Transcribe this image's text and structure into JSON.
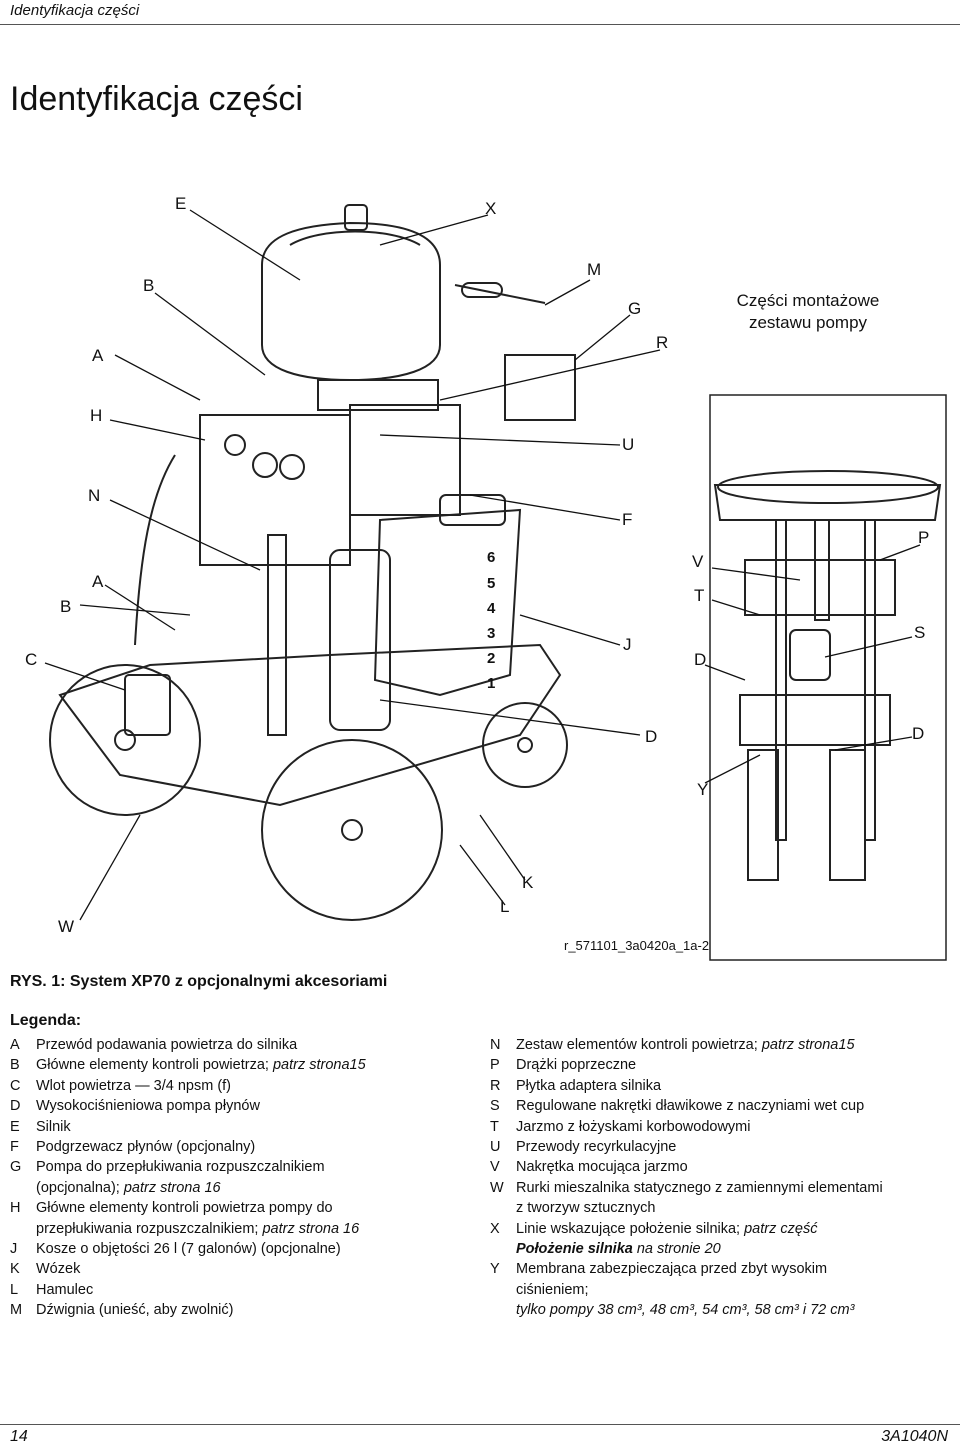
{
  "header_tag": "Identyfikacja części",
  "title": "Identyfikacja części",
  "figure": {
    "callouts": [
      "E",
      "X",
      "B",
      "M",
      "G",
      "A",
      "R",
      "H",
      "U",
      "N",
      "F",
      "V",
      "P",
      "A",
      "B",
      "T",
      "S",
      "C",
      "J",
      "D",
      "D",
      "D",
      "Y",
      "K",
      "W",
      "L"
    ],
    "inset_title_line1": "Części montażowe",
    "inset_title_line2": "zestawu pompy",
    "pump_labels": [
      "6",
      "5",
      "4",
      "3",
      "2",
      "1"
    ],
    "image_id": "r_571101_3a0420a_1a-2"
  },
  "caption": "RYS. 1: System XP70 z opcjonalnymi akcesoriami",
  "legend": {
    "title": "Legenda:",
    "left": [
      {
        "letter": "A",
        "lines": [
          {
            "t": "Przewód podawania powietrza do silnika"
          }
        ]
      },
      {
        "letter": "B",
        "lines": [
          {
            "t": "Główne elementy kontroli powietrza; ",
            "i": "patrz strona15"
          }
        ]
      },
      {
        "letter": "C",
        "lines": [
          {
            "t": "Wlot powietrza — 3/4 npsm (f)"
          }
        ]
      },
      {
        "letter": "D",
        "lines": [
          {
            "t": "Wysokociśnieniowa pompa płynów"
          }
        ]
      },
      {
        "letter": "E",
        "lines": [
          {
            "t": "Silnik"
          }
        ]
      },
      {
        "letter": "F",
        "lines": [
          {
            "t": "Podgrzewacz płynów (opcjonalny)"
          }
        ]
      },
      {
        "letter": "G",
        "lines": [
          {
            "t": "Pompa do przepłukiwania rozpuszczalnikiem"
          },
          {
            "t": "(opcjonalna); ",
            "i": "patrz strona 16"
          }
        ]
      },
      {
        "letter": "H",
        "lines": [
          {
            "t": "Główne elementy kontroli powietrza pompy do"
          },
          {
            "t": "przepłukiwania rozpuszczalnikiem; ",
            "i": "patrz strona 16"
          }
        ]
      },
      {
        "letter": "J",
        "lines": [
          {
            "t": "Kosze o objętości 26 l (7 galonów) (opcjonalne)"
          }
        ]
      },
      {
        "letter": "K",
        "lines": [
          {
            "t": "Wózek"
          }
        ]
      },
      {
        "letter": "L",
        "lines": [
          {
            "t": "Hamulec"
          }
        ]
      },
      {
        "letter": "M",
        "lines": [
          {
            "t": "Dźwignia (unieść, aby zwolnić)"
          }
        ]
      }
    ],
    "right": [
      {
        "letter": "N",
        "lines": [
          {
            "t": "Zestaw elementów kontroli powietrza; ",
            "i": "patrz strona15"
          }
        ]
      },
      {
        "letter": "P",
        "lines": [
          {
            "t": "Drążki poprzeczne"
          }
        ]
      },
      {
        "letter": "R",
        "lines": [
          {
            "t": "Płytka adaptera silnika"
          }
        ]
      },
      {
        "letter": "S",
        "lines": [
          {
            "t": "Regulowane nakrętki dławikowe z naczyniami wet cup"
          }
        ]
      },
      {
        "letter": "T",
        "lines": [
          {
            "t": "Jarzmo z łożyskami korbowodowymi"
          }
        ]
      },
      {
        "letter": "U",
        "lines": [
          {
            "t": "Przewody recyrkulacyjne"
          }
        ]
      },
      {
        "letter": "V",
        "lines": [
          {
            "t": "Nakrętka mocująca jarzmo"
          }
        ]
      },
      {
        "letter": "W",
        "lines": [
          {
            "t": "Rurki mieszalnika statycznego z zamiennymi elementami"
          },
          {
            "t": "z tworzyw sztucznych"
          }
        ]
      },
      {
        "letter": "X",
        "lines": [
          {
            "t": "Linie wskazujące położenie silnika; ",
            "i": "patrz część"
          },
          {
            "b": "Położenie silnika",
            "i": " na stronie 20"
          }
        ]
      },
      {
        "letter": "Y",
        "lines": [
          {
            "t": "Membrana zabezpieczająca przed zbyt wysokim"
          },
          {
            "t": "ciśnieniem;"
          },
          {
            "i": "tylko pompy 38 cm³, 48 cm³, 54 cm³, 58 cm³ i 72 cm³"
          }
        ]
      }
    ]
  },
  "footer": {
    "page": "14",
    "doc": "3A1040N"
  }
}
